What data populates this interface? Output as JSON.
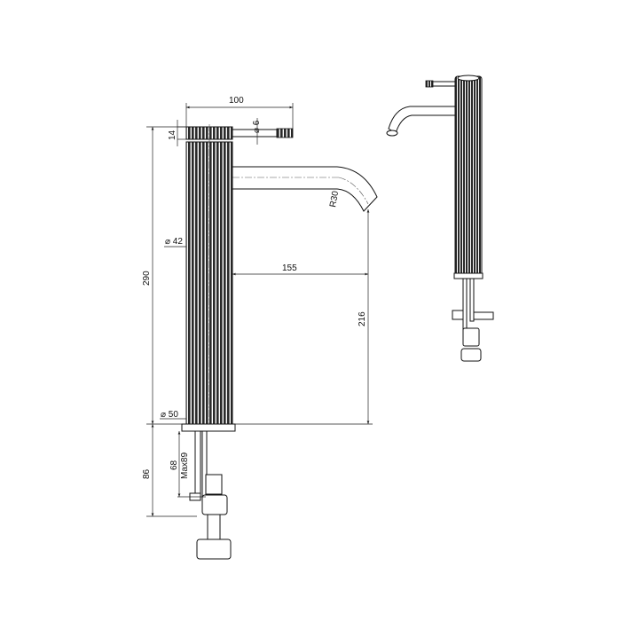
{
  "dimensions": {
    "handle_reach": "100",
    "handle_diameter": "⌀ 6",
    "cap_height": "14",
    "total_height": "290",
    "spout_radius": "R30",
    "body_diameter": "⌀ 42",
    "spout_reach": "155",
    "spout_height": "216",
    "base_diameter": "⌀ 50",
    "below_counter": "86",
    "max_thickness_a": "68",
    "max_thickness_b": "Max89"
  },
  "colors": {
    "line": "#111111",
    "body": "#2a2a2a"
  }
}
